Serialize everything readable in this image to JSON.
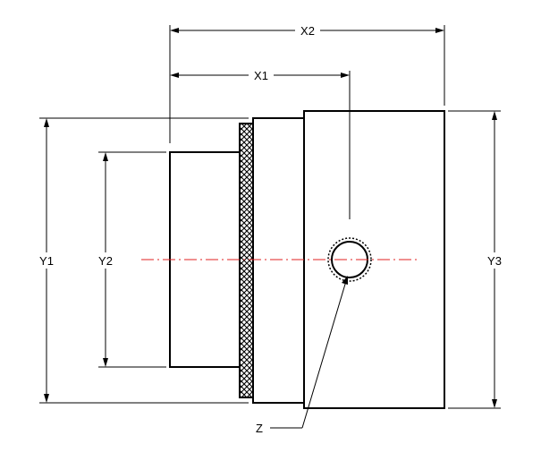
{
  "labels": {
    "x1": "X1",
    "x2": "X2",
    "y1": "Y1",
    "y2": "Y2",
    "y3": "Y3",
    "z": "Z"
  },
  "colors": {
    "outline": "#000000",
    "centerline": "#e02020",
    "background": "#ffffff"
  }
}
